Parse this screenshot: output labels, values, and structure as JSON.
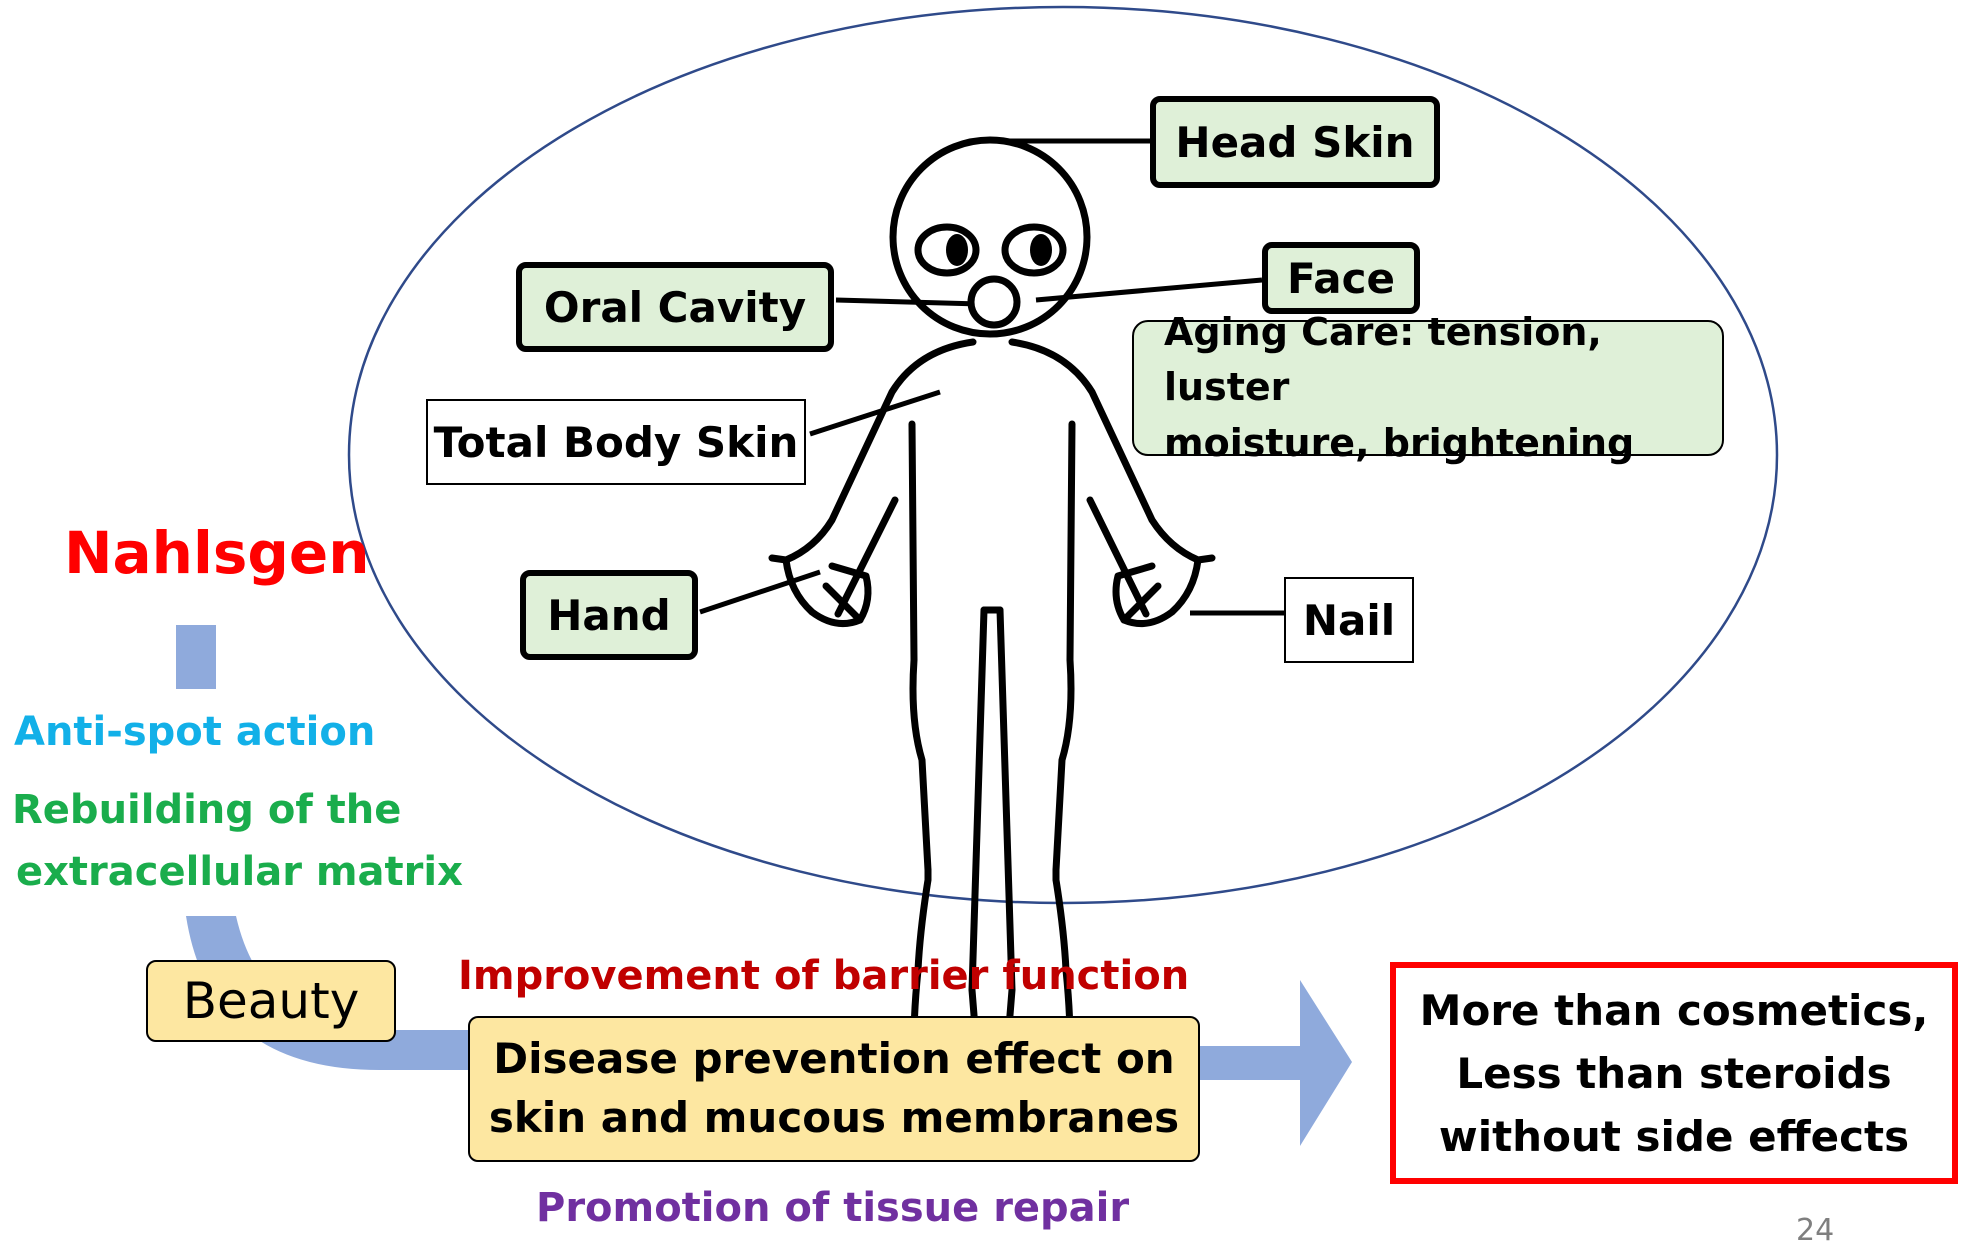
{
  "title": "Nahlsgen",
  "left_list": {
    "anti_spot": "Anti-spot action",
    "rebuild_line1": "Rebuilding of the",
    "rebuild_line2": "extracellular matrix"
  },
  "body_labels": {
    "head_skin": "Head Skin",
    "face": "Face",
    "oral_cavity": "Oral Cavity",
    "total_body_skin": "Total Body Skin",
    "hand": "Hand",
    "nail": "Nail",
    "aging_care_line1": "Aging Care: tension, luster",
    "aging_care_line2": "moisture, brightening"
  },
  "flow": {
    "beauty": "Beauty",
    "barrier": "Improvement of barrier function",
    "disease_line1": "Disease prevention effect on",
    "disease_line2": "skin and mucous membranes",
    "tissue_repair": "Promotion of tissue repair"
  },
  "result": {
    "line1": "More than cosmetics,",
    "line2": "Less than steroids",
    "line3": "without side effects"
  },
  "page_number": "24",
  "colors": {
    "title_red": "#ff0000",
    "anti_spot_blue": "#12b0e8",
    "rebuild_green": "#1aad4c",
    "barrier_darkred": "#c00000",
    "repair_purple": "#7030a0",
    "arrow_blue": "#8faadc",
    "ellipse_navy": "#2f4a8a",
    "green_box_fill": "#dff0d8",
    "yellow_box_fill": "#fde7a1",
    "result_border": "#ff0000"
  }
}
